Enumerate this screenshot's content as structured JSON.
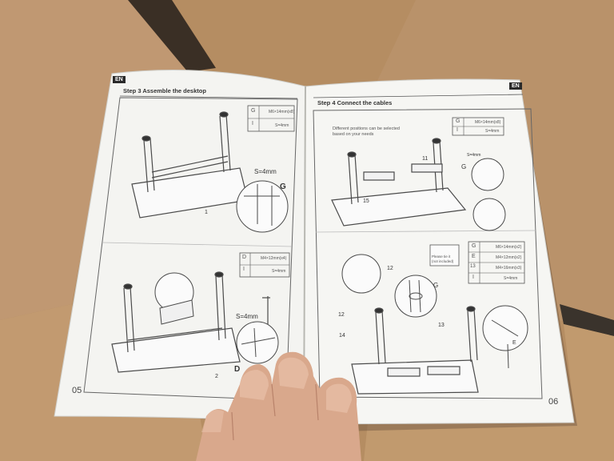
{
  "left_page": {
    "lang_tag": "EN",
    "step_title": "Step 3 Assemble the desktop",
    "page_number": "05",
    "labels": {
      "s_top": "S=4mm",
      "g_top": "G",
      "callout_1": "1",
      "s_bottom": "S=4mm",
      "d_bottom": "D",
      "callout_2": "2"
    },
    "parts_top": [
      {
        "key": "G",
        "spec": "M6×14mm(x8)"
      },
      {
        "key": "I",
        "spec": "S=4mm"
      }
    ],
    "parts_bottom": [
      {
        "key": "D",
        "spec": "M4×12mm(x4)"
      },
      {
        "key": "I",
        "spec": "S=4mm"
      }
    ]
  },
  "right_page": {
    "lang_tag": "EN",
    "step_title": "Step 4 Connect the cables",
    "page_number": "06",
    "note": "Different positions can be selected\nbased on your needs",
    "labels": {
      "callout_11": "11",
      "callout_15": "15",
      "g_right": "G",
      "s_right": "S=4mm",
      "callout_12a": "12",
      "g_mid": "G",
      "callout_12b": "12",
      "callout_14": "14",
      "callout_13": "13",
      "e_label": "E",
      "please_tie": "Please tie it\n(not included)"
    },
    "parts_top": [
      {
        "key": "G",
        "spec": "M6×14mm(x8)"
      },
      {
        "key": "I",
        "spec": "S=4mm"
      }
    ],
    "parts_bottom": [
      {
        "key": "G",
        "spec": "M6×14mm(x2)"
      },
      {
        "key": "E",
        "spec": "M4×12mm(x2)"
      },
      {
        "key": "13",
        "spec": "M4×16mm(x3)"
      },
      {
        "key": "I",
        "spec": "S=4mm"
      }
    ]
  },
  "colors": {
    "cardboard": "#b58d62",
    "paper": "#f4f4f1",
    "line_art": "#4a4a4a",
    "skin": "#d9a88c"
  }
}
